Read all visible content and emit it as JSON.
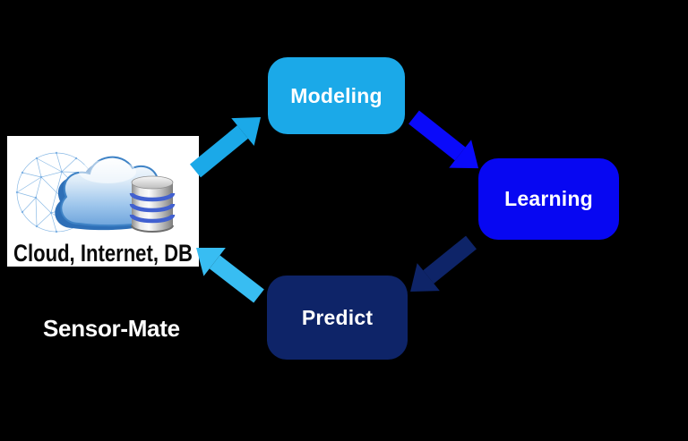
{
  "background": "#000000",
  "diagram": {
    "nodes": [
      {
        "id": "modeling",
        "label": "Modeling",
        "color": "#1BA9E8",
        "text_color": "#FFFFFF"
      },
      {
        "id": "learning",
        "label": "Learning",
        "color": "#0707F2",
        "text_color": "#FFFFFF"
      },
      {
        "id": "predict",
        "label": "Predict",
        "color": "#0E2468",
        "text_color": "#FFFFFF"
      }
    ],
    "edges": [
      {
        "from": "cloud-internet-db",
        "to": "modeling",
        "color": "#1BA9E8"
      },
      {
        "from": "modeling",
        "to": "learning",
        "color": "#0A0AFA"
      },
      {
        "from": "learning",
        "to": "predict",
        "color": "#0E2468"
      },
      {
        "from": "predict",
        "to": "cloud-internet-db",
        "color": "#38BDF2"
      }
    ],
    "image": {
      "caption": "Cloud, Internet, DB",
      "icons": [
        "globe-wireframe-icon",
        "cloud-icon",
        "database-icon"
      ]
    },
    "footer_label": "Sensor-Mate"
  }
}
